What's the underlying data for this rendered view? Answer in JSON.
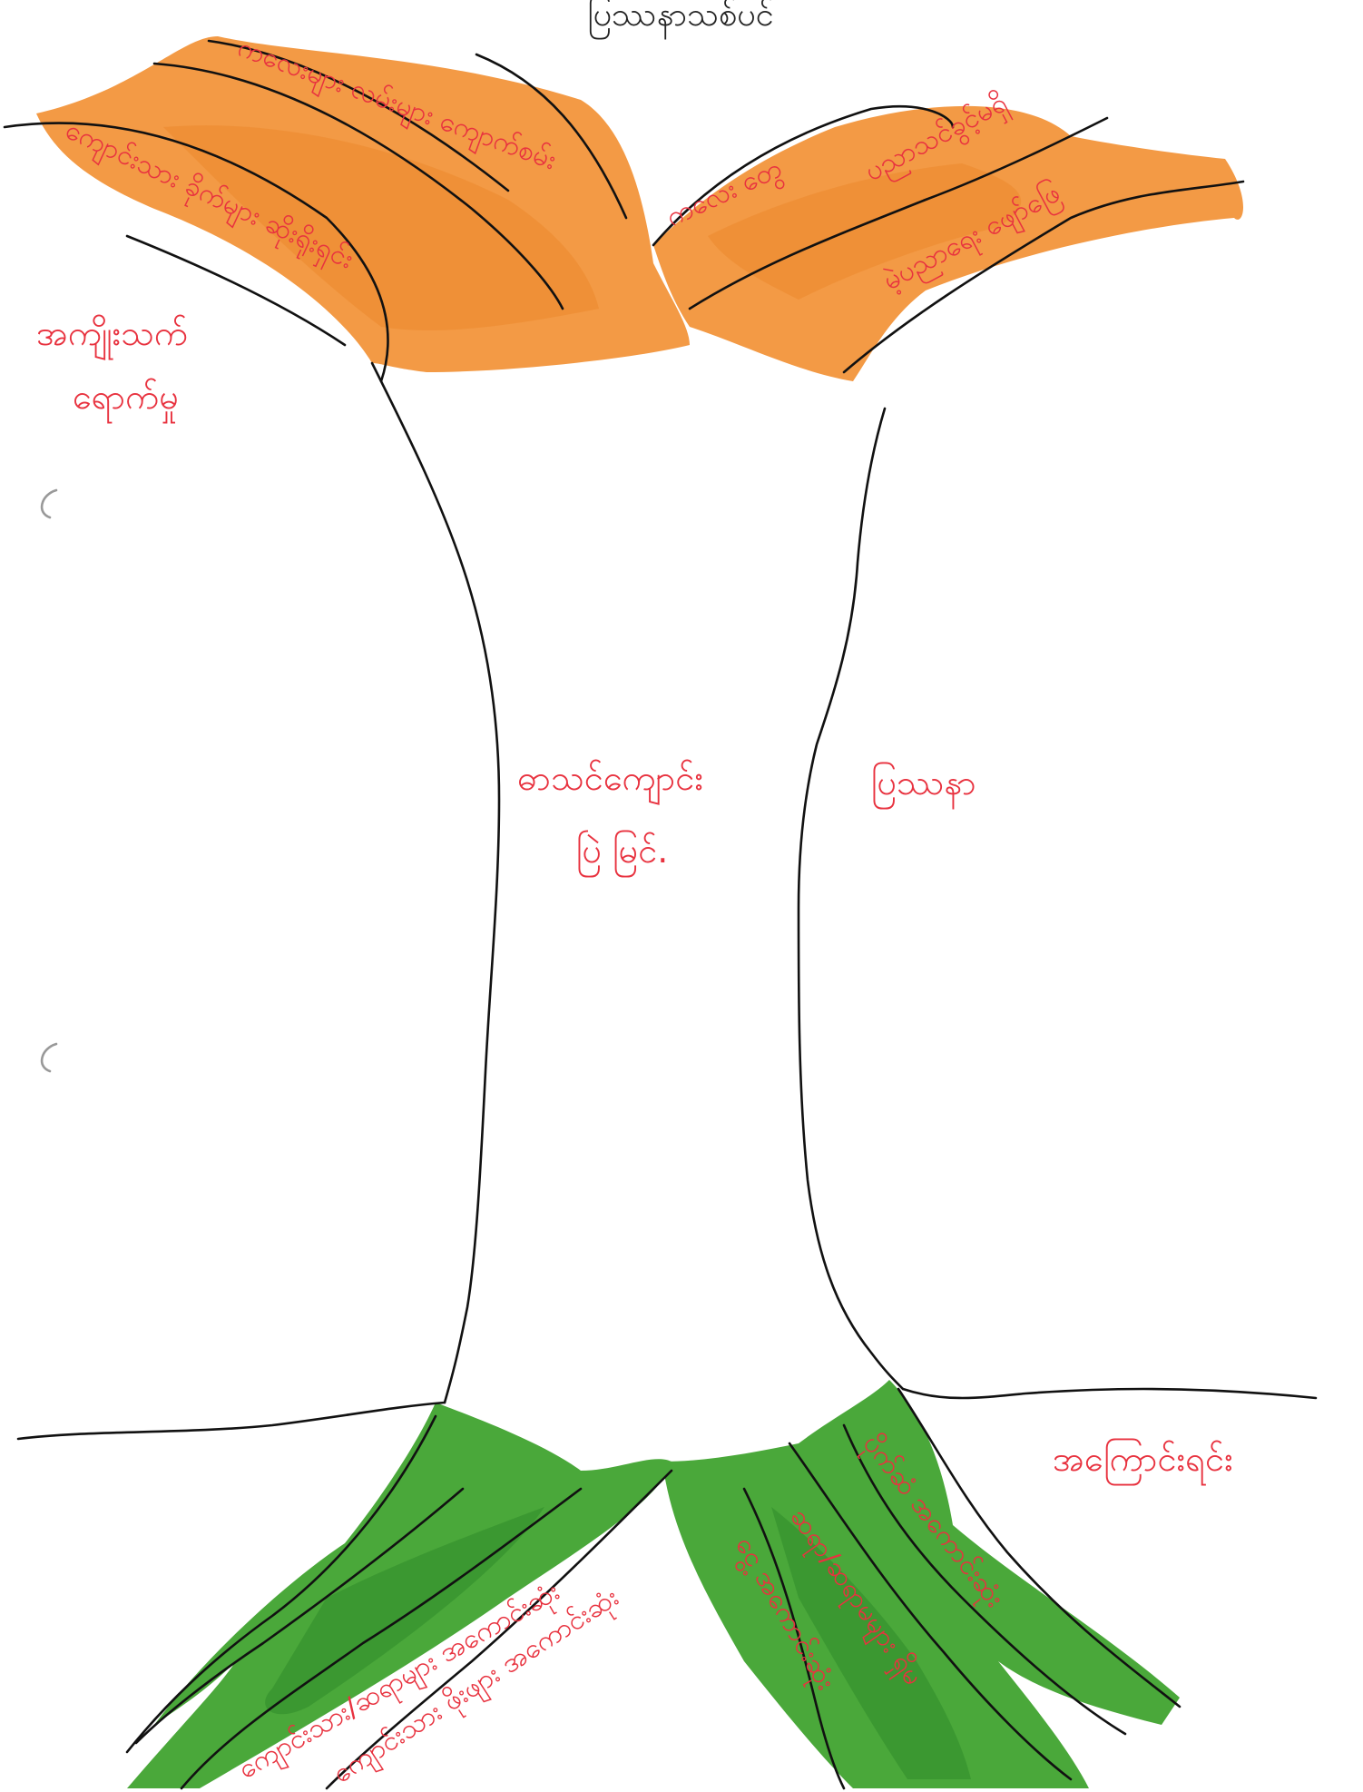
{
  "title": "ပြဿနာသစ်ပင်",
  "trunk": {
    "center_text_line1": "ဓာသင်ကျောင်း",
    "center_text_line2": "ပြဲ မြင်.",
    "side_label": "ပြဿနာ"
  },
  "branches": {
    "side_label_line1": "အကျိုးသက်",
    "side_label_line2": "ရောက်မှု",
    "left": [
      "ကလေးများ လမ်းများ ကျောက်စမ်း",
      "ကျောင်းသား ခိုက်များ ဆိုးရိုးရှင်း"
    ],
    "right": [
      "ကလေး တွေ",
      "ပညာသင်ခွင့်မရှိ",
      "မဲ့ပညာရေး ဖျော်ဖြေ"
    ]
  },
  "roots": {
    "side_label": "အကြောင်းရင်း",
    "left": [
      "ကျောင်းသား/ဆရာများ အကောင်းဆုံး",
      "ကျောင်းသား ဖိုးဖျား အကောင်းဆုံး"
    ],
    "right": [
      "ဆရာ/ဆရာမများ ရှိမ",
      "ငွေ့ အကောင်းဆုံး",
      "ပိုက်ဆံ အကောင်းဆုံး"
    ]
  },
  "colors": {
    "branches_fill": "#f39a45",
    "roots_fill": "#4aa83a",
    "label_text": "#e8323f",
    "outline": "#111111"
  }
}
